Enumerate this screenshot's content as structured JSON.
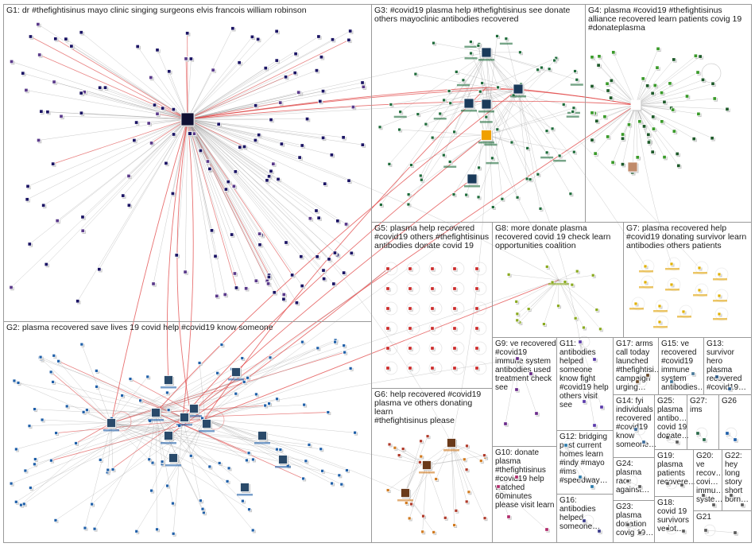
{
  "graph": {
    "groups": [
      {
        "id": "G1",
        "label": "G1: dr #thefightisinus mayo clinic singing surgeons elvis francois william robinson",
        "color": "#1b1464"
      },
      {
        "id": "G2",
        "label": "G2: plasma recovered save lives 19 covid help #covid19 know someone",
        "color": "#1f5fa8"
      },
      {
        "id": "G3",
        "label": "G3: #covid19 plasma help #thefightisinus see donate\nothers mayoclinic antibodies recovered",
        "color": "#1e6b3a"
      },
      {
        "id": "G4",
        "label": "G4: plasma #covid19 #thefightisinus\nalliance recovered learn patients covig 19\n#donateplasma",
        "color": "#3a9a2a"
      },
      {
        "id": "G5",
        "label": "G5: plasma help recovered\n#covid19 others #thefightisinus\nantibodies donate covid 19",
        "color": "#cc2a2a"
      },
      {
        "id": "G6",
        "label": "G6: help recovered #covid19\nplasma ve others donating learn\n#thefightisinus please",
        "color": "#d07a20"
      },
      {
        "id": "G7",
        "label": "G7: plasma recovered help\n#covid19 donating survivor learn\nantibodies others patients",
        "color": "#e0b000"
      },
      {
        "id": "G8",
        "label": "G8: more donate plasma\nrecovered covid 19 check learn\nopportunities coalition",
        "color": "#8aaa20"
      },
      {
        "id": "G9",
        "label": "G9: ve recovered\n#covid19\nimmune system\nantibodies used\ntreatment check\nsee",
        "color": "#6a2a8a"
      },
      {
        "id": "G10",
        "label": "G10: donate\nplasma\n#thefightisinus\n#covid19 help\nwatched\n60minutes\nplease visit learn",
        "color": "#b02a6a"
      },
      {
        "id": "G11",
        "label": "G11:\nantibodies\nhelped\nsomeone\nknow fight\n#covid19 help\nothers visit\nsee",
        "color": "#5a3aaa"
      },
      {
        "id": "G12",
        "label": "G12: bridging\npast current\nhomes learn\n#indy #mayo\n#ims\n#speedway…",
        "color": "#2a7aaa"
      },
      {
        "id": "G13",
        "label": "G13:\nsurvivor\nhero\nplasma\nrecovered\n#covid19…",
        "color": "#2a5a8a"
      },
      {
        "id": "G14",
        "label": "G14: fyi\nindividuals\nrecovered\n#covid19\nknow\nsomeone…",
        "color": "#3a6a9a"
      },
      {
        "id": "G15",
        "label": "G15: ve\nrecovered\n#covid19\nimmune\nsystem\nantibodies…",
        "color": "#4a7a9a"
      },
      {
        "id": "G16",
        "label": "G16:\nantibodies\nhelped\nsomeone…",
        "color": "#3a3a8a"
      },
      {
        "id": "G17",
        "label": "G17: arms\ncall today\nlaunched\n#thefightisi…\ncampaign\nurging…",
        "color": "#6a4a2a"
      },
      {
        "id": "G18",
        "label": "G18:\ncovid 19\nsurvivors\nve lot…",
        "color": "#5a5a5a"
      },
      {
        "id": "G19",
        "label": "G19:\nplasma\npatients\nrecovere…",
        "color": "#5a5a5a"
      },
      {
        "id": "G20",
        "label": "G20:\nve\nrecov…\ncovi…\nimmu…\nsyste…",
        "color": "#5a5a5a"
      },
      {
        "id": "G21",
        "label": "G21",
        "color": "#5a5a5a"
      },
      {
        "id": "G22",
        "label": "G22:\nhey\nlong\nstory\nshort\nborn…",
        "color": "#5a5a5a"
      },
      {
        "id": "G23",
        "label": "G23:\nplasma\ndonation\ncovig 19…",
        "color": "#5a5a5a"
      },
      {
        "id": "G24",
        "label": "G24:\nplasma\nrace\nagainst…",
        "color": "#5a5a5a"
      },
      {
        "id": "G25",
        "label": "G25:\nplasma\nantibo…\ncovid 19\ndonate…",
        "color": "#5a5a5a"
      },
      {
        "id": "G26",
        "label": "G26",
        "color": "#1f5fa8"
      },
      {
        "id": "G27",
        "label": "G27: ims",
        "color": "#2a6a4a"
      }
    ]
  }
}
